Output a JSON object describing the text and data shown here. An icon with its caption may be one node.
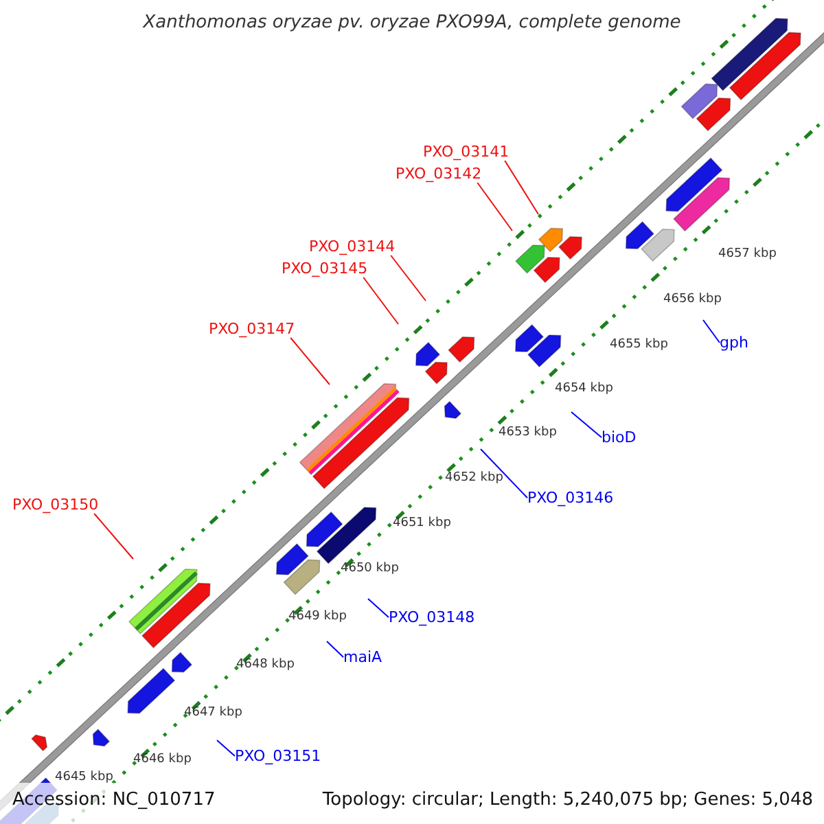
{
  "diagram": {
    "title": "Xanthomonas oryzae pv. oryzae PXO99A, complete genome",
    "nodes": [
      {
        "text": [
          "PXO_03141"
        ]
      },
      {
        "text": [
          "PXO_03142"
        ]
      },
      {
        "text": [
          "PXO_03144"
        ]
      },
      {
        "text": [
          "PXO_03145"
        ]
      },
      {
        "text": [
          "PXO_03147"
        ]
      },
      {
        "text": [
          "PXO_03150"
        ]
      },
      {
        "text": [
          "gph"
        ]
      },
      {
        "text": [
          "bioD"
        ]
      },
      {
        "text": [
          "PXO_03146"
        ]
      },
      {
        "text": [
          "PXO_03148"
        ]
      },
      {
        "text": [
          "maiA"
        ]
      },
      {
        "text": [
          "PXO_03151"
        ]
      }
    ],
    "edges": [
      {
        "from": 0,
        "to": null,
        "arrow": "none"
      },
      {
        "from": 1,
        "to": null,
        "arrow": "none"
      },
      {
        "from": 2,
        "to": null,
        "arrow": "none"
      },
      {
        "from": 3,
        "to": null,
        "arrow": "none"
      },
      {
        "from": 4,
        "to": null,
        "arrow": "none"
      },
      {
        "from": 5,
        "to": null,
        "arrow": "none"
      },
      {
        "from": 6,
        "to": null,
        "arrow": "none",
        "color": "#0000ff"
      },
      {
        "from": 7,
        "to": null,
        "arrow": "none",
        "color": "#0000ff"
      },
      {
        "from": 8,
        "to": null,
        "arrow": "none",
        "color": "#0000ff"
      },
      {
        "from": 9,
        "to": null,
        "arrow": "none",
        "color": "#0000ff"
      },
      {
        "from": 10,
        "to": null,
        "arrow": "none",
        "color": "#0000ff"
      },
      {
        "from": 11,
        "to": null,
        "arrow": "none",
        "color": "#0000ff"
      }
    ],
    "labels": [
      "4657 kbp",
      "4656 kbp",
      "4655 kbp",
      "4654 kbp",
      "4653 kbp",
      "4652 kbp",
      "4651 kbp",
      "4650 kbp",
      "4649 kbp",
      "4648 kbp",
      "4647 kbp",
      "4646 kbp",
      "4645 kbp",
      "Accession: NC_010717",
      "Topology: circular; Length: 5,240,075 bp; Genes: 5,048"
    ]
  }
}
